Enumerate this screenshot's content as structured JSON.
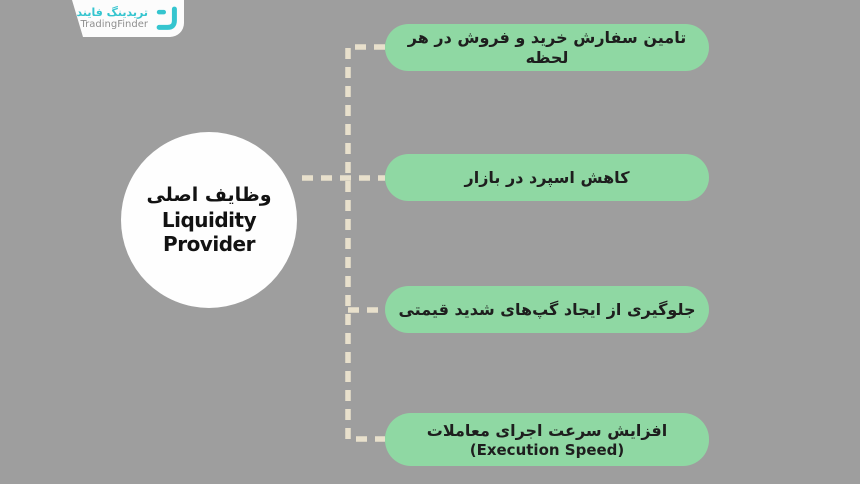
{
  "colors": {
    "background": "#9E9E9E",
    "pill_green": "#8FD8A3",
    "dash_line": "#E8E0CC",
    "circle_bg": "#FEFEFE",
    "text_dark": "#1E1E1E",
    "brand_teal": "#35C5CF",
    "brand_gray": "#8F8F8F"
  },
  "logo": {
    "brand_name_fa": "تریدینگ فایندر",
    "brand_name_en": "TradingFinder"
  },
  "center_node": {
    "title_fa": "وظایف اصلی",
    "title_en": "Liquidity Provider"
  },
  "branches": [
    {
      "label_fa": "تامین سفارش خرید و فروش در هر لحظه"
    },
    {
      "label_fa": "کاهش اسپرد در بازار"
    },
    {
      "label_fa": "جلوگیری از ایجاد گپ‌های شدید قیمتی"
    },
    {
      "label_fa": "افزایش سرعت اجرای معاملات",
      "label_en": "(Execution Speed)"
    }
  ]
}
